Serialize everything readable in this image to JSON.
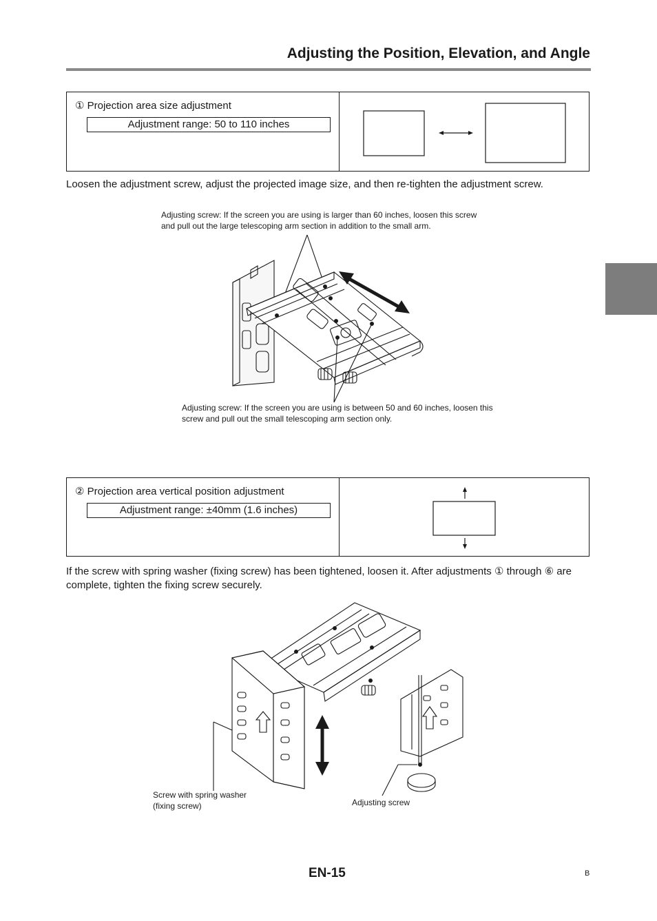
{
  "header": {
    "title": "Adjusting the Position, Elevation, and Angle"
  },
  "section1": {
    "label": "① Projection area size adjustment",
    "range": "Adjustment range: 50 to 110 inches",
    "instruction": "Loosen the adjustment screw, adjust the projected image size, and then re-tighten the adjustment screw.",
    "callout_top": "Adjusting screw: If the screen you are using is larger than 60 inches, loosen this screw and pull out the large telescoping arm section in addition to the small arm.",
    "callout_bottom": "Adjusting screw: If the screen you are using is between 50 and 60 inches, loosen this screw and pull out the small telescoping arm section only."
  },
  "section2": {
    "label": "② Projection area vertical position adjustment",
    "range": "Adjustment range: ±40mm (1.6 inches)",
    "instruction": "If the screw with spring washer (fixing screw) has been tightened, loosen it. After adjustments ① through ⑥ are complete, tighten the fixing screw securely.",
    "callout_left": "Screw with spring washer (fixing screw)",
    "callout_right": "Adjusting screw"
  },
  "footer": {
    "page_number": "EN-15",
    "code": "B"
  }
}
